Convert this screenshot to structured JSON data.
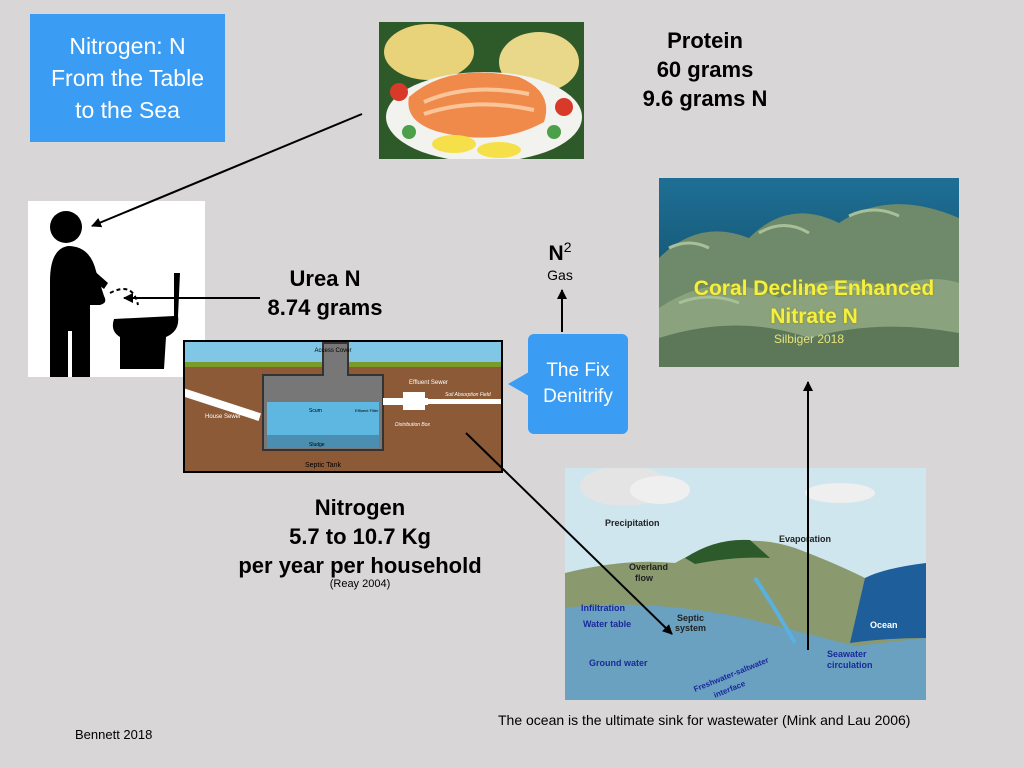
{
  "title": {
    "line1": "Nitrogen: N",
    "line2": "From the Table",
    "line3": "to the Sea"
  },
  "protein": {
    "line1": "Protein",
    "line2": "60 grams",
    "line3": "9.6 grams N"
  },
  "urea": {
    "line1": "Urea N",
    "line2": "8.74 grams"
  },
  "n2": {
    "symbol": "N",
    "superscript": "2",
    "label": "Gas"
  },
  "fix": {
    "line1": "The Fix",
    "line2": "Denitrify"
  },
  "coral": {
    "line1": "Coral Decline Enhanced",
    "line2": "Nitrate N",
    "credit": "Silbiger 2018"
  },
  "nitrogen": {
    "line1": "Nitrogen",
    "line2": "5.7 to 10.7 Kg",
    "line3": "per year per household",
    "citation": "(Reay 2004)"
  },
  "septic": {
    "access_cover": "Access Cover",
    "effluent_sewer": "Effluent Sewer",
    "soil_absorption": "Soil Absorption Field",
    "house_sewer": "House Sewer",
    "scum": "Scum",
    "effluent_filter": "Effluent Filter",
    "distribution_box": "Distribution Box",
    "sludge": "Sludge",
    "tank": "Septic Tank"
  },
  "water_cycle": {
    "precipitation": "Precipitation",
    "evaporation": "Evaporation",
    "overland": "Overland",
    "flow": "flow",
    "infiltration": "Infiltration",
    "water_table": "Water table",
    "septic1": "Septic",
    "septic2": "system",
    "ocean": "Ocean",
    "ground_water": "Ground water",
    "seawater1": "Seawater",
    "seawater2": "circulation",
    "interface1": "Freshwater-saltwater",
    "interface2": "interface"
  },
  "ocean_caption": "The ocean is the ultimate sink for wastewater (Mink and Lau 2006)",
  "author": "Bennett 2018"
}
